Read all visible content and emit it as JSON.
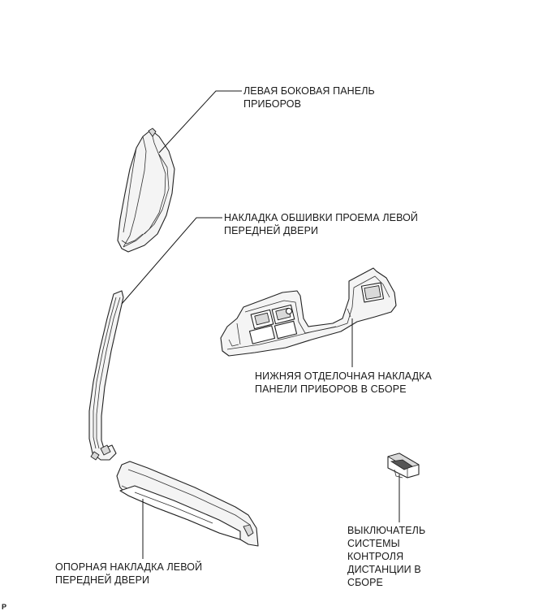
{
  "labels": {
    "side_panel": [
      "ЛЕВАЯ БОКОВАЯ ПАНЕЛЬ",
      "ПРИБОРОВ"
    ],
    "door_opening_trim": [
      "НАКЛАДКА ОБШИВКИ ПРОЕМА ЛЕВОЙ",
      "ПЕРЕДНЕЙ ДВЕРИ"
    ],
    "lower_finish_panel": [
      "НИЖНЯЯ ОТДЕЛОЧНАЯ НАКЛАДКА",
      "ПАНЕЛИ ПРИБОРОВ В СБОРЕ"
    ],
    "scuff_plate": [
      "ОПОРНАЯ НАКЛАДКА ЛЕВОЙ",
      "ПЕРЕДНЕЙ ДВЕРИ"
    ],
    "remote_switch": [
      "ВЫКЛЮЧАТЕЛЬ",
      "СИСТЕМЫ",
      "КОНТРОЛЯ",
      "ДИСТАНЦИИ В",
      "СБОРЕ"
    ]
  },
  "corner_mark": "P"
}
